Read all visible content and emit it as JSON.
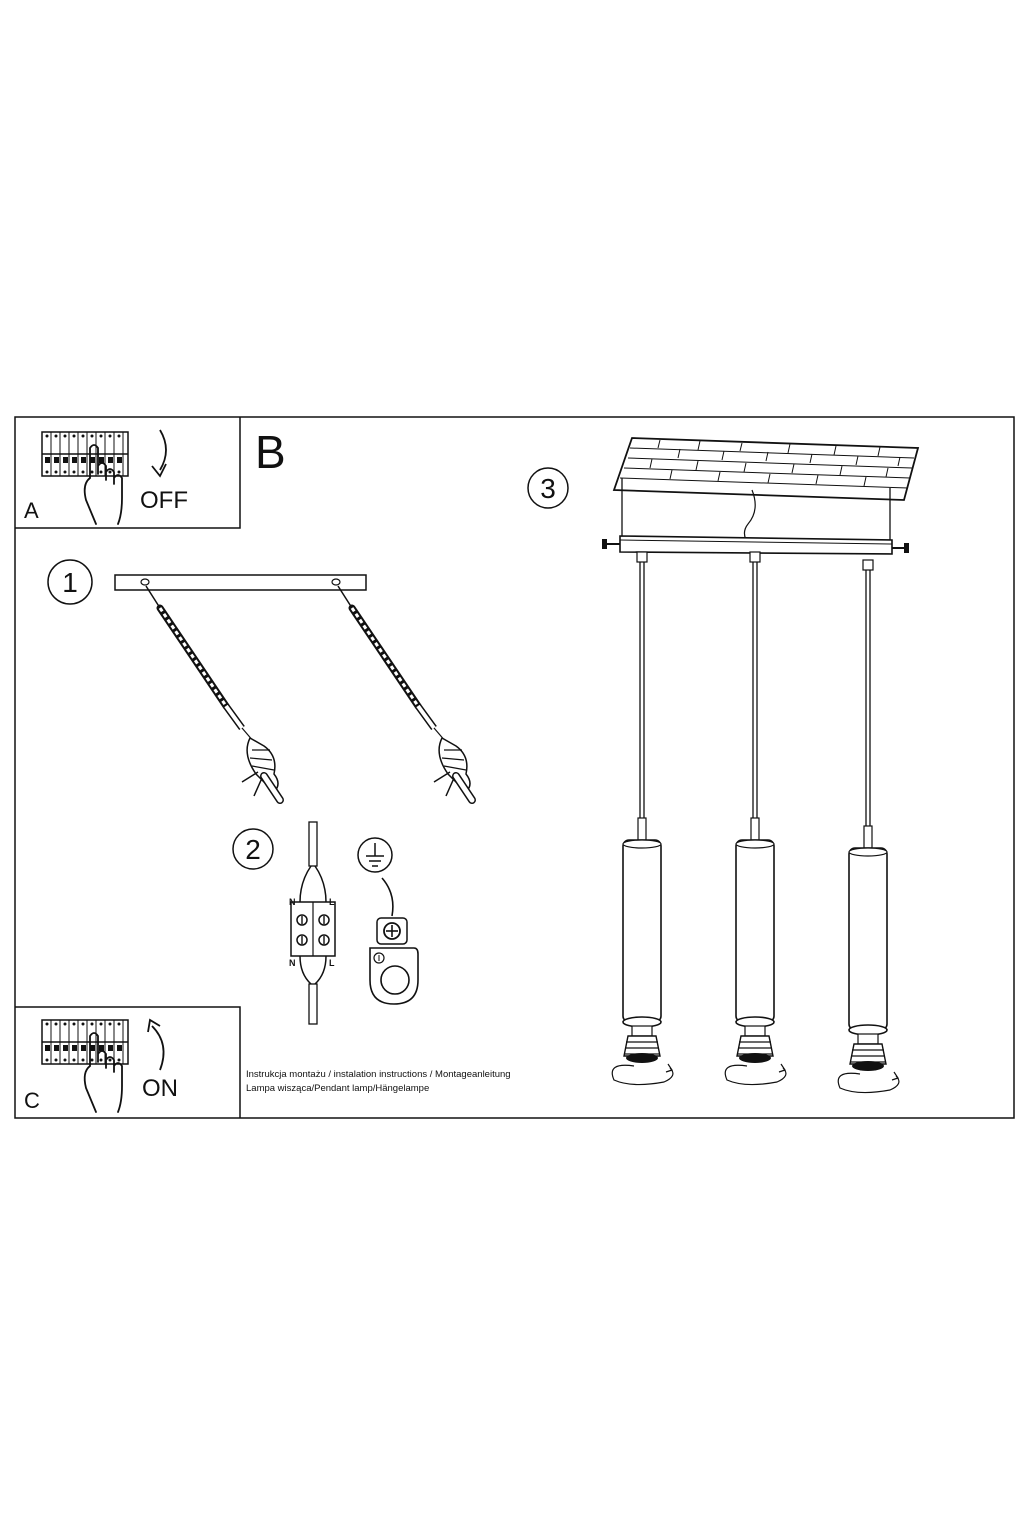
{
  "panels": {
    "a": {
      "letter": "A",
      "action": "OFF"
    },
    "b": {
      "letter": "B"
    },
    "c": {
      "letter": "C",
      "action": "ON"
    }
  },
  "steps": [
    {
      "number": "1"
    },
    {
      "number": "2"
    },
    {
      "number": "3"
    }
  ],
  "terminal": {
    "left_top": "N",
    "right_top": "L",
    "left_bottom": "N",
    "right_bottom": "L"
  },
  "caption": {
    "line1": "Instrukcja montażu / instalation instructions / Montageanleitung",
    "line2": "Lampa wisząca/Pendant lamp/Hängelampe"
  }
}
